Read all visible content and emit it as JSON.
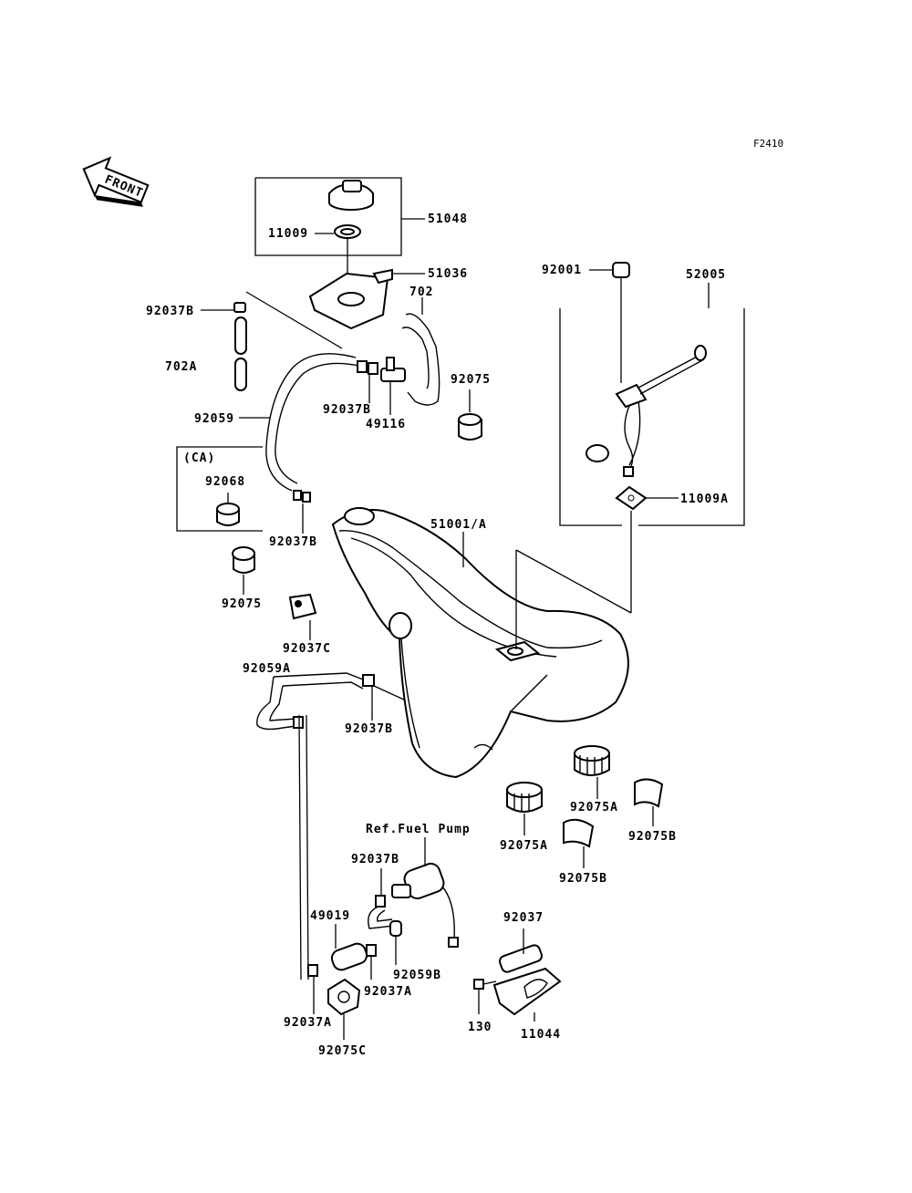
{
  "figure_code": "F2410",
  "front_label": "FRONT",
  "ca_label": "(CA)",
  "fuel_pump_ref": "Ref.Fuel Pump",
  "labels": {
    "p51048": "51048",
    "p11009": "11009",
    "p51036": "51036",
    "p702": "702",
    "p92037B_top": "92037B",
    "p702A": "702A",
    "p92037B_mid": "92037B",
    "p49116": "49116",
    "p92075_top": "92075",
    "p92059": "92059",
    "p92068": "92068",
    "p92037B_left": "92037B",
    "p92075_left": "92075",
    "p92037C": "92037C",
    "p92059A": "92059A",
    "p92037B_low": "92037B",
    "p51001A": "51001/A",
    "p92001": "92001",
    "p52005": "52005",
    "p11009A": "11009A",
    "p92075A_right": "92075A",
    "p92075B_right": "92075B",
    "p92075A_left": "92075A",
    "p92075B_left": "92075B",
    "p92037B_pump": "92037B",
    "p49019": "49019",
    "p92059B": "92059B",
    "p92037A_pump": "92037A",
    "p92037A_low": "92037A",
    "p92075C": "92075C",
    "p92037": "92037",
    "p130": "130",
    "p11044": "11044"
  }
}
